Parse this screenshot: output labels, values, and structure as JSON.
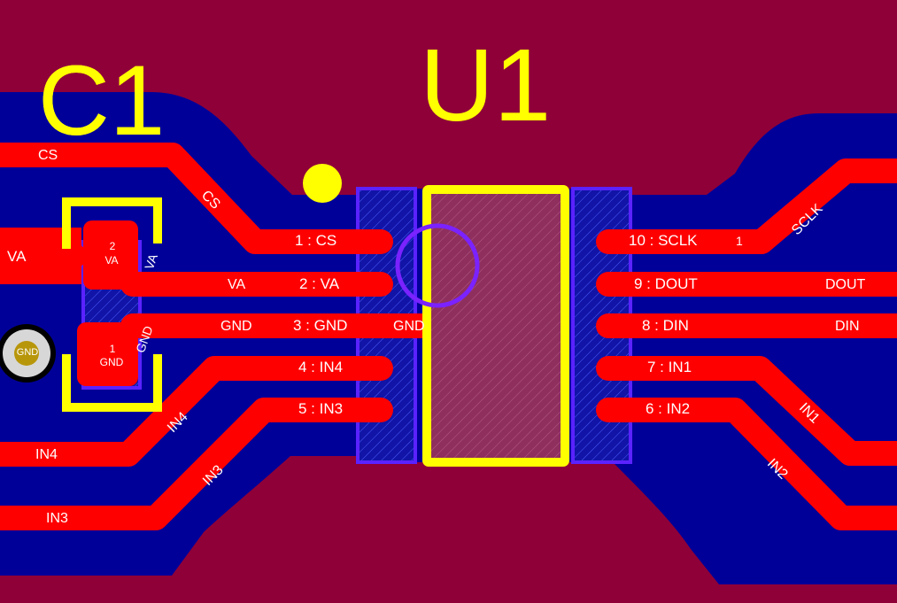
{
  "board": {
    "background_color": "#8f0038",
    "copper_pour_color": "#000099",
    "trace_color": "#ff0000",
    "silkscreen_color": "#ffff00",
    "component_outline_color": "#5a22ff",
    "text_color": "#ffffff"
  },
  "components": {
    "c1": {
      "designator": "C1",
      "pads": [
        {
          "number": "2",
          "net": "VA"
        },
        {
          "number": "1",
          "net": "GND"
        }
      ]
    },
    "u1": {
      "designator": "U1",
      "left_pins": [
        {
          "label": "1 : CS"
        },
        {
          "label": "2 : VA"
        },
        {
          "label": "3 : GND"
        },
        {
          "label": "4 : IN4"
        },
        {
          "label": "5 : IN3"
        }
      ],
      "right_pins": [
        {
          "label": "10 : SCLK"
        },
        {
          "label": "9 : DOUT"
        },
        {
          "label": "8 : DIN"
        },
        {
          "label": "7 : IN1"
        },
        {
          "label": "6 : IN2"
        }
      ]
    }
  },
  "net_labels": {
    "cs_left": "CS",
    "cs_diag": "CS",
    "va_left": "VA",
    "va_mid": "VA",
    "va_pad_side": "VA",
    "gnd_mid": "GND",
    "gnd_pad_side": "GND",
    "gnd_via": "GND",
    "gnd_u1": "GND",
    "in4_diag": "IN4",
    "in4_left": "IN4",
    "in3_diag": "IN3",
    "in3_left": "IN3",
    "sclk_diag": "SCLK",
    "sclk_fragment": "1",
    "dout_right": "DOUT",
    "din_right": "DIN",
    "in1_diag": "IN1",
    "in2_diag": "IN2"
  }
}
